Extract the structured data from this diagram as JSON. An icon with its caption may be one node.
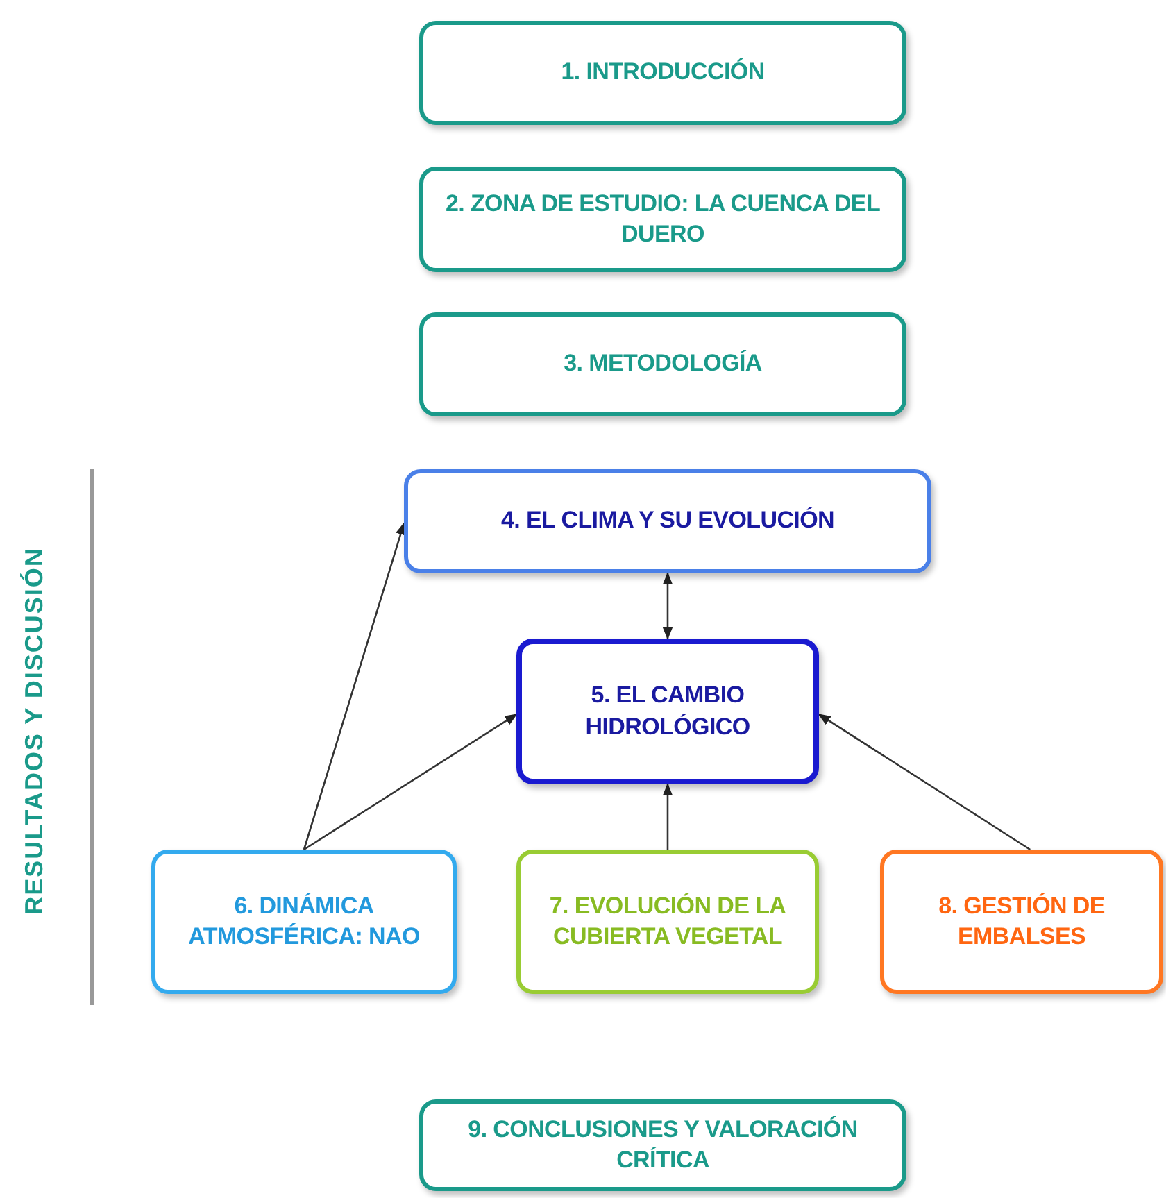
{
  "diagram": {
    "nodes": [
      {
        "text": [
          "1. INTRODUCCIÓN"
        ]
      },
      {
        "text": [
          "2. ZONA DE ESTUDIO: LA CUENCA DEL DUERO"
        ]
      },
      {
        "text": [
          "3. METODOLOGÍA"
        ]
      },
      {
        "text": [
          "4. EL CLIMA Y SU EVOLUCIÓN"
        ]
      },
      {
        "text": [
          "5. EL CAMBIO HIDROLÓGICO"
        ]
      },
      {
        "text": [
          "6. DINÁMICA ATMOSFÉRICA: NAO"
        ]
      },
      {
        "text": [
          "7. EVOLUCIÓN DE LA CUBIERTA VEGETAL"
        ]
      },
      {
        "text": [
          "8. GESTIÓN DE EMBALSES"
        ]
      },
      {
        "text": [
          "9. CONCLUSIONES Y VALORACIÓN CRÍTICA"
        ]
      }
    ],
    "edges": [
      {
        "from": 5,
        "to": 3,
        "arrow": "to"
      },
      {
        "from": 5,
        "to": 4,
        "arrow": "to"
      },
      {
        "from": 6,
        "to": 4,
        "arrow": "to"
      },
      {
        "from": 7,
        "to": 4,
        "arrow": "to"
      },
      {
        "from": 3,
        "to": 4,
        "arrow": "both"
      }
    ],
    "labels": [
      "RESULTADOS Y DISCUSIÓN"
    ]
  }
}
